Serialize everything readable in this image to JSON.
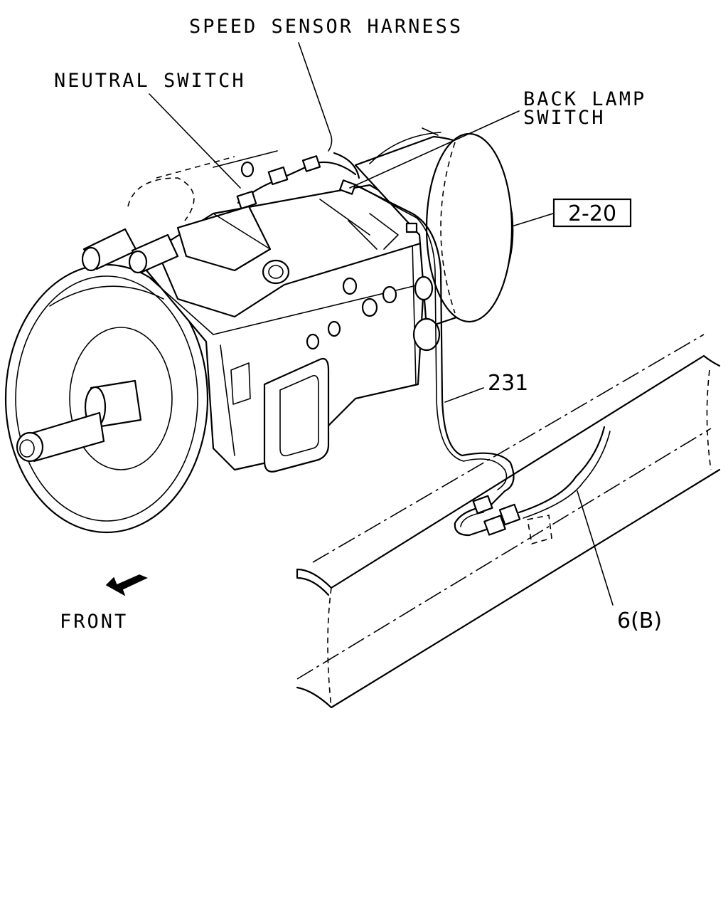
{
  "labels": {
    "speed_sensor_harness": "SPEED SENSOR HARNESS",
    "neutral_switch": "NEUTRAL SWITCH",
    "back_lamp_line1": "BACK LAMP",
    "back_lamp_line2": "SWITCH",
    "ref_box": "2-20",
    "part_231": "231",
    "part_6b": "6(B)",
    "front": "FRONT"
  }
}
